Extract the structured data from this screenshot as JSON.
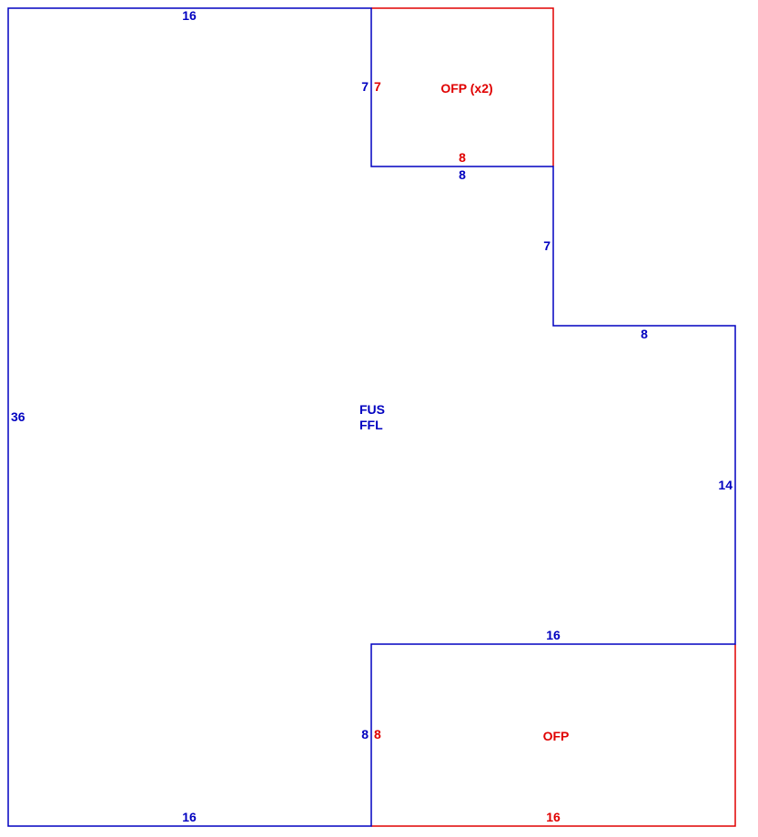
{
  "colors": {
    "main": "#0000c0",
    "addition": "#e00000",
    "background": "#ffffff"
  },
  "main_area": {
    "label_line1": "FUS",
    "label_line2": "FFL",
    "dims": {
      "top": "16",
      "left": "36",
      "bottom": "16",
      "notch_left": "7",
      "notch_bottom": "8",
      "step_vertical": "7",
      "step_horizontal": "8",
      "right_vertical": "14",
      "lower_top": "16",
      "lower_left": "8"
    }
  },
  "ofp_upper": {
    "label": "OFP (x2)",
    "dims": {
      "left": "7",
      "bottom": "8"
    }
  },
  "ofp_lower": {
    "label": "OFP",
    "dims": {
      "left": "8",
      "bottom": "16"
    }
  }
}
